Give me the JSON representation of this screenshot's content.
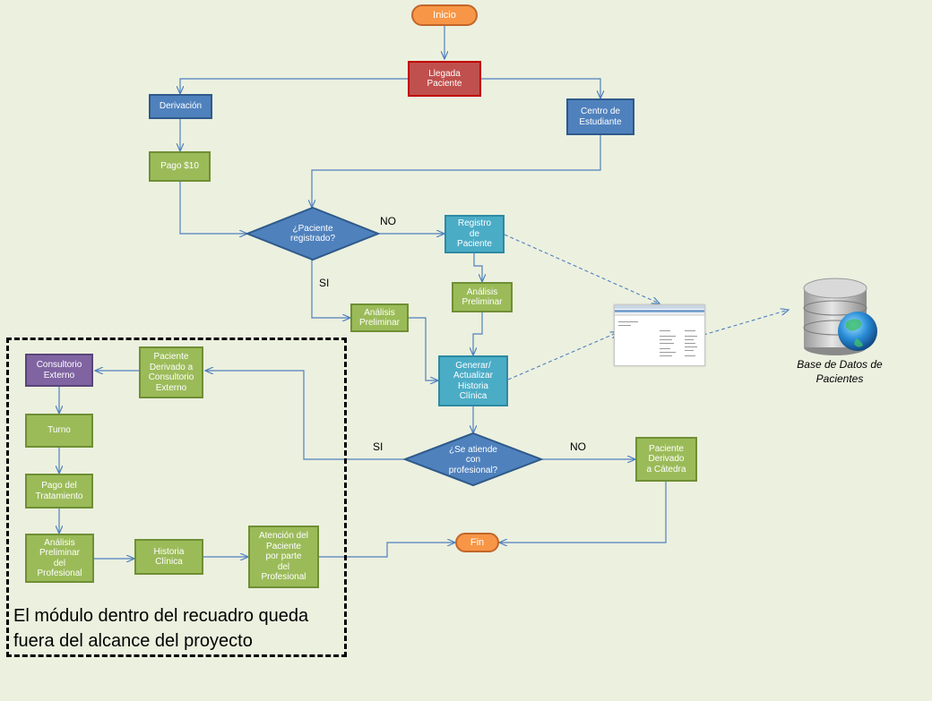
{
  "nodes": {
    "inicio": "Inicio",
    "llegada": "Llegada\nPaciente",
    "derivacion": "Derivación",
    "centro": "Centro de\nEstudiante",
    "pago10": "Pago $10",
    "decision_registrado": "¿Paciente\nregistrado?",
    "registro": "Registro\nde\nPaciente",
    "analisis_prelim_right": "Análisis\nPreliminar",
    "analisis_prelim_left": "Análisis\nPreliminar",
    "historia_gen": "Generar/\nActualizar\nHistoria\nClínica",
    "decision_profesional": "¿Se atiende\ncon\nprofesional?",
    "derivado_catedra": "Paciente\nDerivado\na Cátedra",
    "fin": "Fin",
    "derivado_consultorio": "Paciente\nDerivado a\nConsultorio\nExterno",
    "consultorio_externo": "Consultorio\nExterno",
    "turno": "Turno",
    "pago_tratamiento": "Pago del\nTratamiento",
    "analisis_profesional": "Análisis\nPreliminar\ndel\nProfesional",
    "historia_clinica": "Historia\nClínica",
    "atencion": "Atención del\nPaciente\npor parte\ndel\nProfesional"
  },
  "edge_labels": {
    "no_top": "NO",
    "si_left": "SI",
    "si_bottom": "SI",
    "no_bottom": "NO"
  },
  "scope_note": "El módulo dentro del recuadro queda\nfuera del alcance del proyecto",
  "database_label": "Base de Datos de\nPacientes",
  "colors": {
    "connector": "#4f81bd",
    "process_blue": "#4f81bd",
    "process_green": "#9bbb59",
    "process_teal": "#4bacc6",
    "terminal_orange": "#f79646",
    "arrival_red": "#c0504d",
    "consultorio_purple": "#8064a2",
    "background": "#ecf0df"
  }
}
